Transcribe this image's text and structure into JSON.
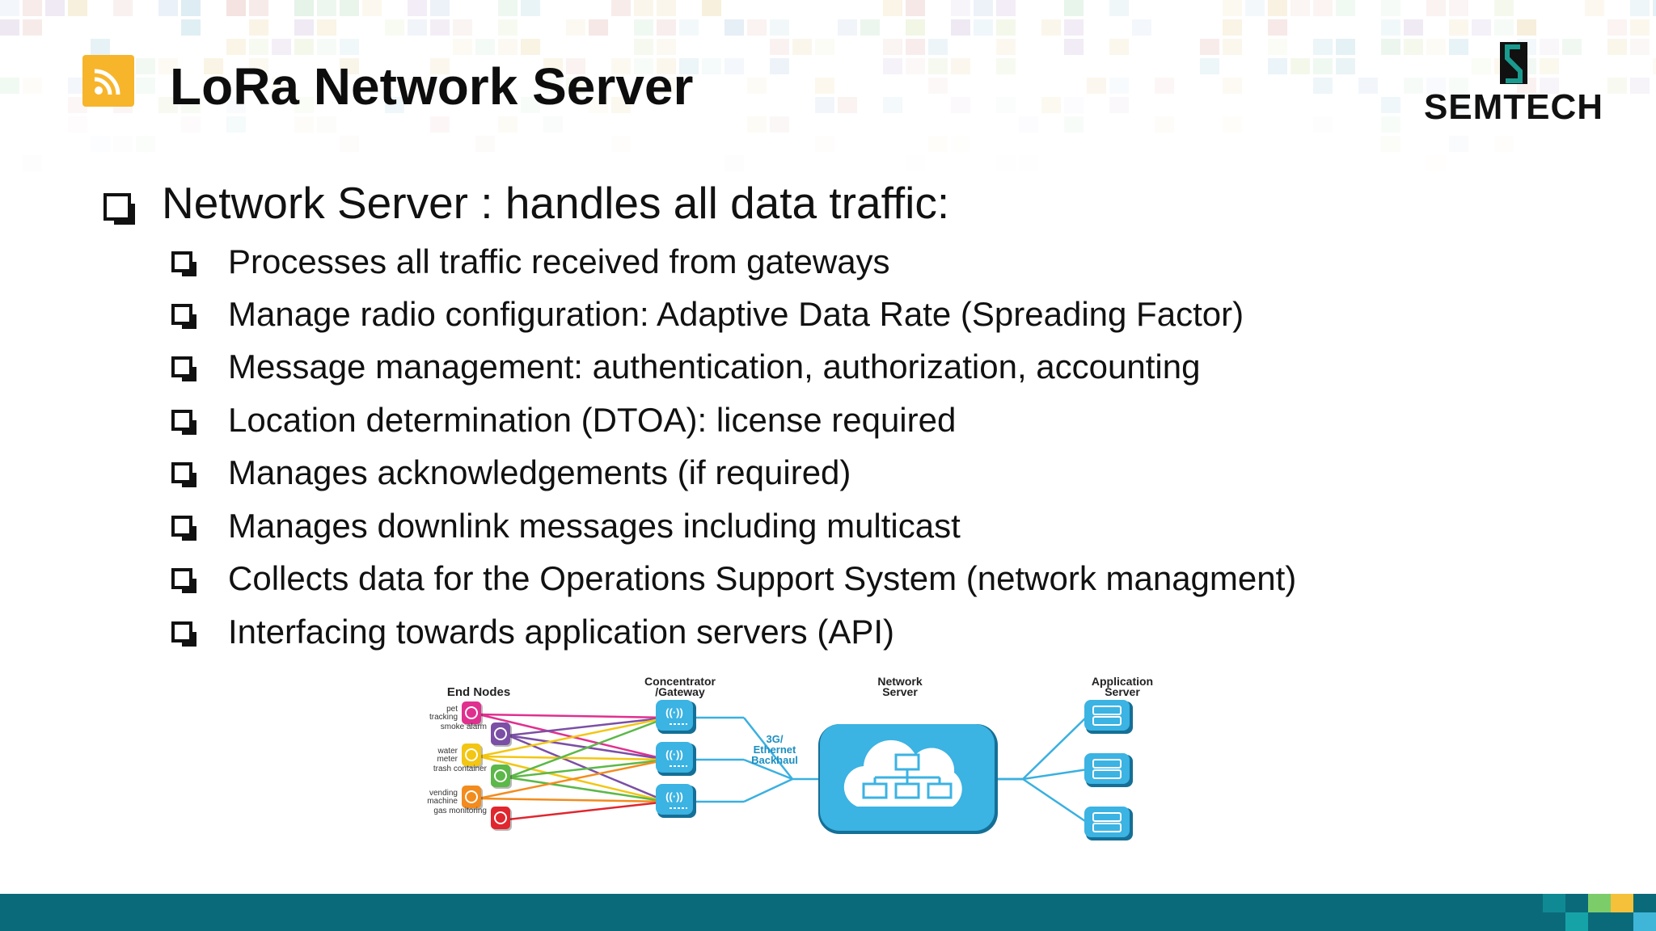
{
  "slide": {
    "title": "LoRa Network Server",
    "logo_text": "SEMTECH"
  },
  "main_point": "Network Server : handles all data traffic:",
  "sub_points": [
    "Processes all traffic received from gateways",
    "Manage radio configuration: Adaptive Data Rate (Spreading Factor)",
    "Message management: authentication, authorization, accounting",
    "Location determination (DTOA): license required",
    "Manages acknowledgements (if required)",
    "Manages downlink messages including multicast",
    "Collects data for  the Operations Support System (network managment)",
    "Interfacing towards application servers (API)"
  ],
  "diagram": {
    "headers": {
      "end_nodes": "End Nodes",
      "concentrator": "Concentrator",
      "concentrator_2": "/Gateway",
      "network_server": "Network",
      "network_server_2": "Server",
      "application_server": "Application",
      "application_server_2": "Server"
    },
    "backhaul": [
      "3G/",
      "Ethernet",
      "Backhaul"
    ],
    "end_nodes": [
      {
        "label": "pet",
        "label2": "tracking",
        "color": "#e0308f",
        "icon": "paw-icon"
      },
      {
        "label": "smoke alarm",
        "label2": "",
        "color": "#7b4fa5",
        "icon": "smoke-alarm-icon"
      },
      {
        "label": "water",
        "label2": "meter",
        "color": "#f2c613",
        "icon": "gauge-icon"
      },
      {
        "label": "trash container",
        "label2": "",
        "color": "#5cb848",
        "icon": "trash-icon"
      },
      {
        "label": "vending",
        "label2": "machine",
        "color": "#f28c1e",
        "icon": "vending-icon"
      },
      {
        "label": "gas monitoring",
        "label2": "",
        "color": "#e0262e",
        "icon": "gas-icon"
      }
    ]
  },
  "colors": {
    "title_icon": "#f7b52c",
    "accent_blue": "#3ab0e0",
    "bottom_bar": "#0b6a79"
  }
}
